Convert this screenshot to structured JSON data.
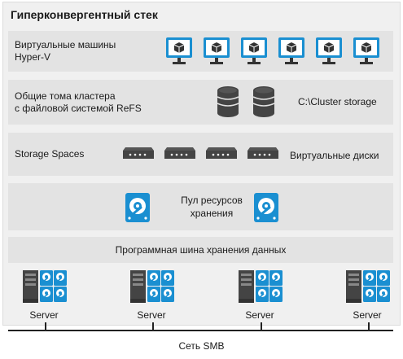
{
  "title": "Гиперконвергентный стек",
  "layers": {
    "vm": {
      "label_line1": "Виртуальные машины",
      "label_line2": "Hyper-V",
      "icon": "virtual-machine-monitor-icon",
      "count": 6
    },
    "csv": {
      "label_line1": "Общие тома кластера",
      "label_line2": "с файловой системой ReFS",
      "icon": "database-icon",
      "path": "C:\\Cluster storage"
    },
    "spaces": {
      "label": "Storage Spaces",
      "icon": "virtual-disk-icon",
      "right_label": "Виртуальные диски"
    },
    "pool": {
      "label_line1": "Пул ресурсов",
      "label_line2": "хранения",
      "icon": "hard-drive-icon"
    },
    "bus": {
      "label": "Программная шина хранения данных"
    }
  },
  "servers": [
    {
      "label": "Server"
    },
    {
      "label": "Server"
    },
    {
      "label": "Server"
    },
    {
      "label": "Server"
    }
  ],
  "network": {
    "label": "Сеть SMB"
  },
  "colors": {
    "accent_blue": "#1a8fd1",
    "dark_gray": "#4a4a4a",
    "panel_bg": "#e3e3e3",
    "outer_bg": "#f0f0f0"
  }
}
